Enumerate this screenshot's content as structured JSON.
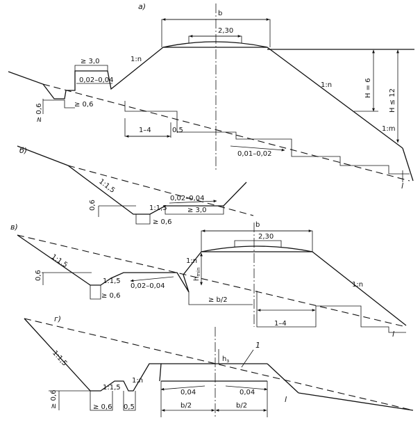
{
  "panels": {
    "a": {
      "letter": "а)",
      "b": "b",
      "crown": "2,30",
      "bench_width": "≥ 3,0",
      "bench_slope": "0,02–0,04",
      "slope_n_left": "1:n",
      "slope_n_right": "1:n",
      "slope_m": "1:m",
      "height_h": "H = 6",
      "height_h_max": "H ≤ 12",
      "ditch_depth": "≥ 0,6",
      "ditch_bottom": "≥ 0,6",
      "step_width": "1–4",
      "step_height": "0,5",
      "step_slope": "0,01–0,02",
      "step_end": "l"
    },
    "b": {
      "letter": "б)",
      "slope_cut": "1:1,5",
      "slope_ditch": "1:1,5",
      "ditch_depth": "0,6",
      "ditch_bottom": "≥ 0,6",
      "bench_slope": "0,02–0,04",
      "bench_width": "≥ 3,0"
    },
    "v": {
      "letter": "в)",
      "b": "b",
      "crown": "2,30",
      "slope_cut": "1:1,5",
      "slope_ditch": "1:1,5",
      "ditch_depth": "0,6",
      "ditch_bottom": "≥ 0,6",
      "bench_slope": "0,02–0,04",
      "slope_n_left": "1:n",
      "slope_n_right": "1:n",
      "h_min": "h",
      "h_min_sub": "min",
      "half_b": "≥ b/2",
      "step_width": "1–4",
      "step_end": "l"
    },
    "g": {
      "letter": "г)",
      "slope_cut": "1:1,5",
      "slope_ditch": "1:1,5",
      "slope_n": "1:n",
      "ditch_depth": "≥ 0,6",
      "ditch_bottom": "≥ 0,6",
      "berm": "0,5",
      "h3": "h",
      "h3_sub": "з",
      "marker": "1",
      "cross_left": "0,04",
      "cross_right": "0,04",
      "half_left": "b/2",
      "half_right": "b/2",
      "end": "l"
    }
  }
}
